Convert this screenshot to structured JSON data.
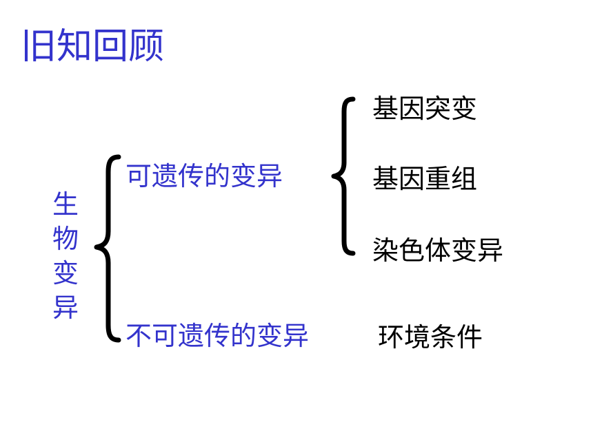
{
  "title": "旧知回顾",
  "root": {
    "label": "生物变异"
  },
  "branches": {
    "heritable": {
      "label": "可遗传的变异",
      "children": [
        "基因突变",
        "基因重组",
        "染色体变异"
      ]
    },
    "non_heritable": {
      "label": "不可遗传的变异",
      "children": [
        "环境条件"
      ]
    }
  },
  "colors": {
    "title": "#3333cc",
    "branch_text": "#3333cc",
    "leaf_text": "#000000",
    "brace": "#000000"
  }
}
